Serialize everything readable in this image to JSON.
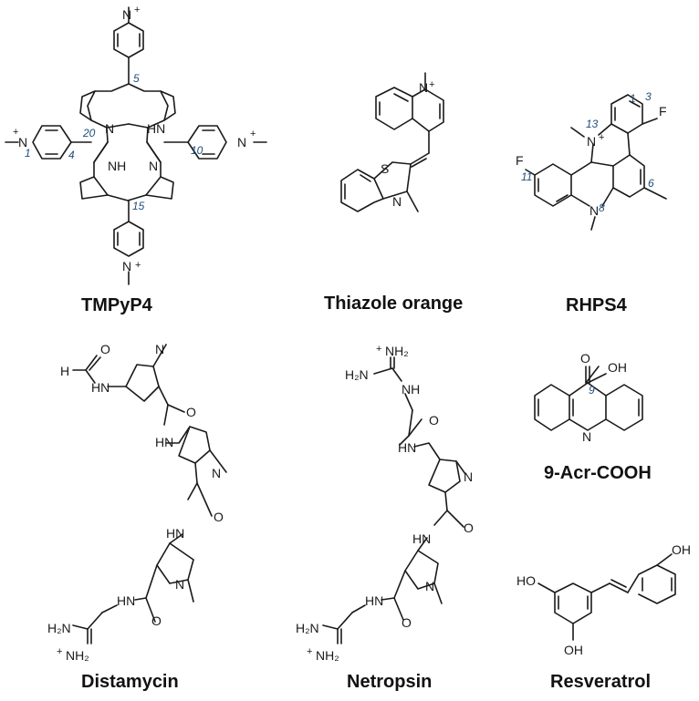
{
  "compounds": [
    {
      "name": "TMPyP4",
      "atom_labels": [
        "N",
        "N",
        "N",
        "N",
        "HN",
        "NH",
        "N",
        "N"
      ],
      "charges": [
        "+",
        "+",
        "+",
        "+"
      ],
      "position_numbers": [
        "1",
        "4",
        "5",
        "10",
        "15",
        "20"
      ]
    },
    {
      "name": "Thiazole orange",
      "atom_labels": [
        "N",
        "S",
        "N"
      ],
      "charges": [
        "+"
      ]
    },
    {
      "name": "RHPS4",
      "atom_labels": [
        "F",
        "F",
        "N",
        "N"
      ],
      "charges": [
        "+"
      ],
      "position_numbers": [
        "1",
        "3",
        "6",
        "8",
        "11",
        "13"
      ]
    },
    {
      "name": "Distamycin",
      "atom_labels": [
        "H",
        "O",
        "HN",
        "N",
        "O",
        "HN",
        "N",
        "O",
        "HN",
        "N",
        "HN",
        "O",
        "H₂N",
        "NH₂"
      ],
      "charges": [
        "+"
      ]
    },
    {
      "name": "Netropsin",
      "atom_labels": [
        "NH₂",
        "H₂N",
        "NH",
        "O",
        "HN",
        "N",
        "O",
        "HN",
        "N",
        "HN",
        "O",
        "H₂N",
        "NH₂"
      ],
      "charges": [
        "+",
        "+"
      ]
    },
    {
      "name": "9-Acr-COOH",
      "atom_labels": [
        "O",
        "OH",
        "N"
      ],
      "position_numbers": [
        "9"
      ]
    },
    {
      "name": "Resveratrol",
      "atom_labels": [
        "OH",
        "HO",
        "OH"
      ]
    }
  ],
  "colors": {
    "structure": "#1a1a1a",
    "position_numbers": "#1f4e79",
    "caption": "#111111"
  }
}
